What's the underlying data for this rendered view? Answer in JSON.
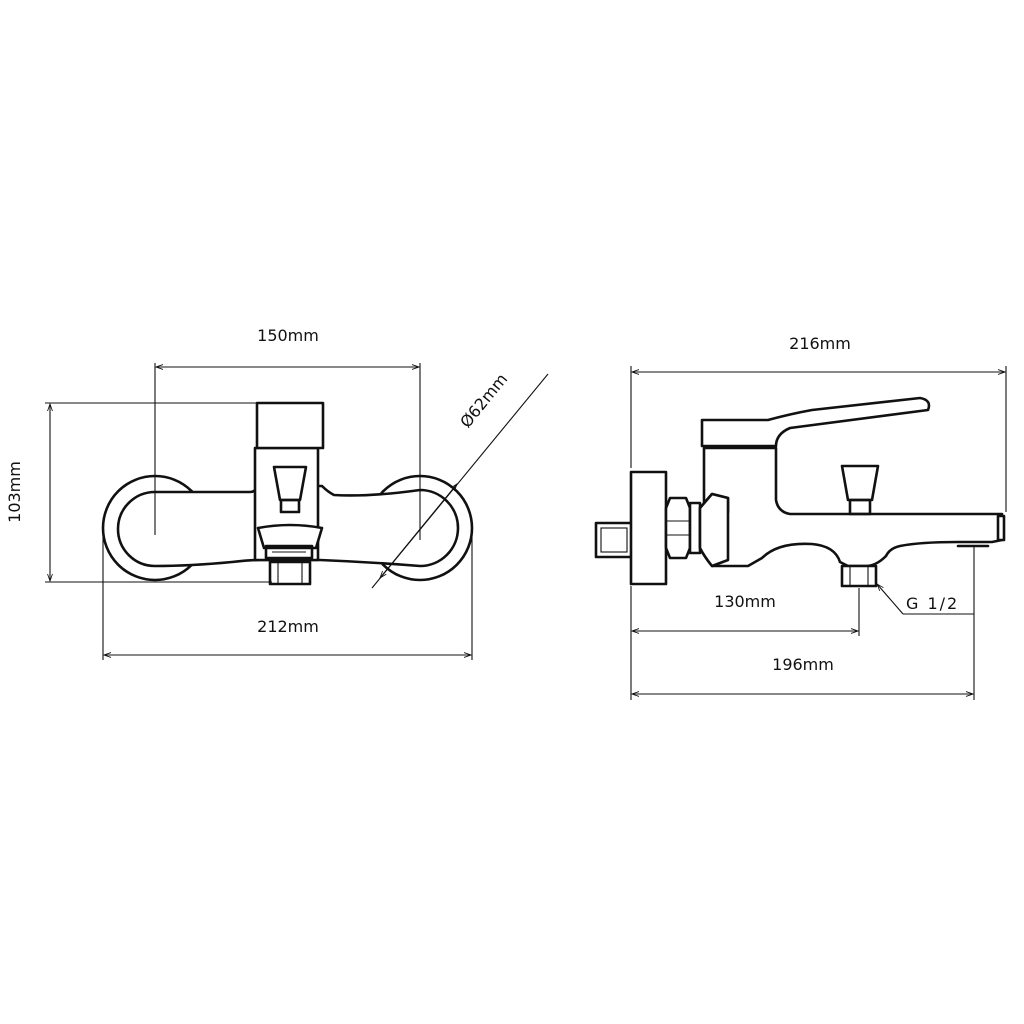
{
  "colors": {
    "line": "#111111",
    "background": "#ffffff"
  },
  "front_view": {
    "dim_centers": "150mm",
    "dim_height": "103mm",
    "dim_diameter": "Ø62mm",
    "dim_width": "212mm"
  },
  "side_view": {
    "dim_depth": "216mm",
    "dim_outlet_offset": "130mm",
    "dim_spout": "196mm",
    "thread_label": "G 1/2"
  }
}
